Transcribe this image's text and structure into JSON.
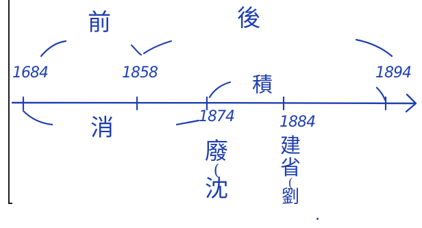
{
  "timeline": {
    "years": {
      "y1684": "1684",
      "y1858": "1858",
      "y1874": "1874",
      "y1884": "1884",
      "y1894": "1894"
    },
    "labels": {
      "qian": "前",
      "hou": "後",
      "xiao": "消",
      "ji": "積"
    },
    "events": {
      "fei": [
        "廢",
        "(",
        "沈"
      ],
      "jian": [
        "建",
        "省",
        "(",
        "劉"
      ]
    }
  },
  "colors": {
    "ink": "#1f3fb0",
    "frame": "#1a1a1a"
  }
}
